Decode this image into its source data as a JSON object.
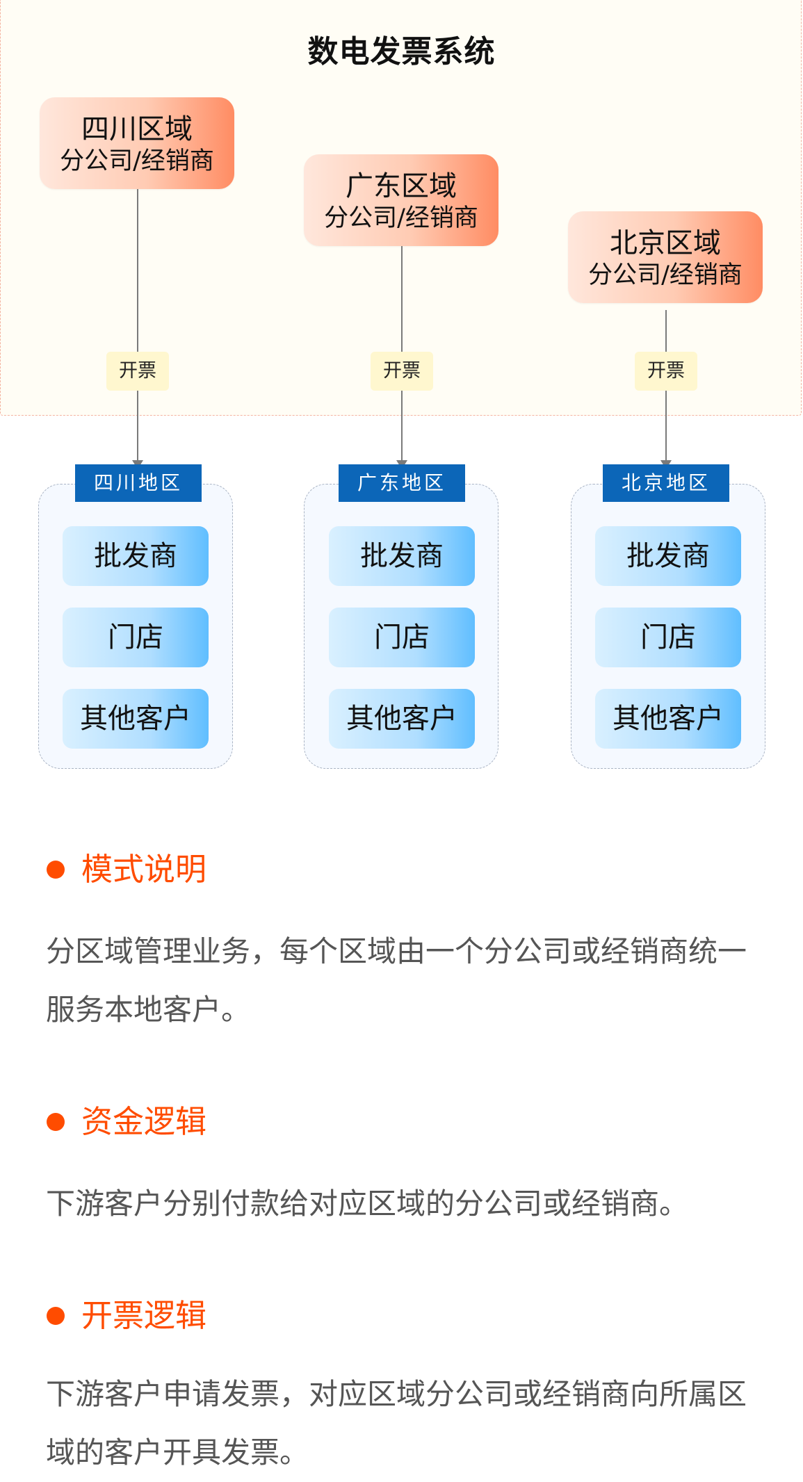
{
  "diagram": {
    "system_title": "数电发票系统",
    "branches": [
      {
        "name": "四川区域",
        "sub": "分公司/经销商"
      },
      {
        "name": "广东区域",
        "sub": "分公司/经销商"
      },
      {
        "name": "北京区域",
        "sub": "分公司/经销商"
      }
    ],
    "invoice_tag": "开票",
    "regions": [
      {
        "label": "四川地区",
        "customers": [
          "批发商",
          "门店",
          "其他客户"
        ]
      },
      {
        "label": "广东地区",
        "customers": [
          "批发商",
          "门店",
          "其他客户"
        ]
      },
      {
        "label": "北京地区",
        "customers": [
          "批发商",
          "门店",
          "其他客户"
        ]
      }
    ],
    "colors": {
      "accent": "#ff4c00",
      "region_label": "#0c66b8",
      "tag_bg": "#fff7cf",
      "system_border": "#f4b3a0"
    }
  },
  "sections": [
    {
      "title": "模式说明",
      "body": "分区域管理业务，每个区域由一个分公司或经销商统一服务本地客户。"
    },
    {
      "title": "资金逻辑",
      "body": "下游客户分别付款给对应区域的分公司或经销商。"
    },
    {
      "title": "开票逻辑",
      "body": "下游客户申请发票，对应区域分公司或经销商向所属区域的客户开具发票。"
    }
  ]
}
